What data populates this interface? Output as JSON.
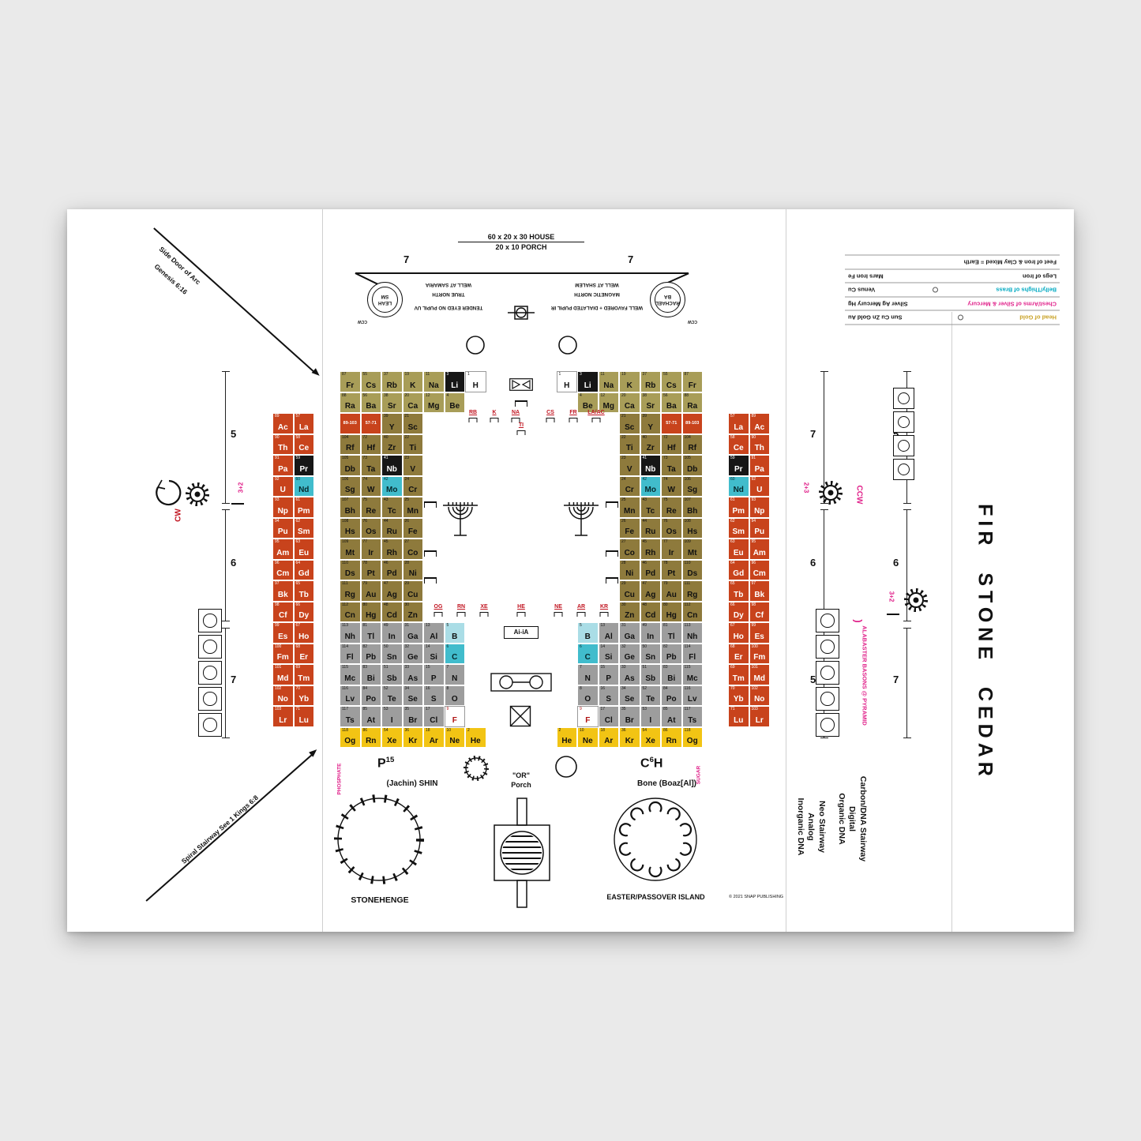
{
  "colors": {
    "s": "#a89d58",
    "d": "#8e7a3c",
    "f": "#c8431c",
    "p": "#9d9d9d",
    "g": "#f2c414",
    "k": "#161616",
    "c": "#41bccc",
    "cl": "#aadde6",
    "accent_pink": "#e0218a",
    "accent_red": "#c11420",
    "accent_cyan": "#00a9c1",
    "gold": "#c9a227"
  },
  "header": {
    "house": "60 x 20 x 30  HOUSE",
    "porch": "20 x 10  PORCH",
    "left_seven": "7",
    "right_seven": "7"
  },
  "roof": {
    "leah1": "LEAH",
    "leah2": "SM",
    "rachael1": "RACHAEL",
    "rachael2": "BA",
    "ccw": "CCW",
    "left_lines": [
      "WELL AT SAMARIA",
      "TRUE NORTH",
      "TENDER EYED NO PUPIL UV"
    ],
    "right_lines": [
      "WELL AT SHALEM",
      "MAGNETIC NORTH",
      "WELL FAVORED + DIALATED PUPIL IR"
    ]
  },
  "gates": {
    "upper_left": [
      "RB",
      "K",
      "NA"
    ],
    "upper_center": "TI",
    "upper_right": [
      "CS",
      "FR",
      "LA/AC"
    ],
    "lower_left": [
      "OG",
      "RN",
      "XE"
    ],
    "lower_center": "HE",
    "lower_right": [
      "NE",
      "AR",
      "KR"
    ]
  },
  "table": {
    "rows": [
      [
        [
          "Fr",
          87,
          "s"
        ],
        [
          "Cs",
          55,
          "s"
        ],
        [
          "Rb",
          37,
          "s"
        ],
        [
          "K",
          19,
          "s"
        ],
        [
          "Na",
          11,
          "s"
        ],
        [
          "Li",
          3,
          "k"
        ],
        [
          "H",
          1,
          "w"
        ]
      ],
      [
        [
          "Ra",
          88,
          "s"
        ],
        [
          "Ba",
          56,
          "s"
        ],
        [
          "Sr",
          38,
          "s"
        ],
        [
          "Ca",
          20,
          "s"
        ],
        [
          "Mg",
          12,
          "s"
        ],
        [
          "Be",
          4,
          "s"
        ]
      ],
      [
        [
          "89-103",
          null,
          "f"
        ],
        [
          "57-71",
          null,
          "f"
        ],
        [
          "Y",
          39,
          "d"
        ],
        [
          "Sc",
          21,
          "d"
        ]
      ],
      [
        [
          "Rf",
          104,
          "d"
        ],
        [
          "Hf",
          72,
          "d"
        ],
        [
          "Zr",
          40,
          "d"
        ],
        [
          "Ti",
          22,
          "d"
        ]
      ],
      [
        [
          "Db",
          105,
          "d"
        ],
        [
          "Ta",
          73,
          "d"
        ],
        [
          "Nb",
          41,
          "k"
        ],
        [
          "V",
          23,
          "d"
        ]
      ],
      [
        [
          "Sg",
          106,
          "d"
        ],
        [
          "W",
          74,
          "d"
        ],
        [
          "Mo",
          42,
          "c"
        ],
        [
          "Cr",
          24,
          "d"
        ]
      ],
      [
        [
          "Bh",
          107,
          "d"
        ],
        [
          "Re",
          75,
          "d"
        ],
        [
          "Tc",
          43,
          "d"
        ],
        [
          "Mn",
          25,
          "d"
        ]
      ],
      [
        [
          "Hs",
          108,
          "d"
        ],
        [
          "Os",
          76,
          "d"
        ],
        [
          "Ru",
          44,
          "d"
        ],
        [
          "Fe",
          26,
          "d"
        ]
      ],
      [
        [
          "Mt",
          109,
          "d"
        ],
        [
          "Ir",
          77,
          "d"
        ],
        [
          "Rh",
          45,
          "d"
        ],
        [
          "Co",
          27,
          "d"
        ]
      ],
      [
        [
          "Ds",
          110,
          "d"
        ],
        [
          "Pt",
          78,
          "d"
        ],
        [
          "Pd",
          46,
          "d"
        ],
        [
          "Ni",
          28,
          "d"
        ]
      ],
      [
        [
          "Rg",
          111,
          "d"
        ],
        [
          "Au",
          79,
          "d"
        ],
        [
          "Ag",
          47,
          "d"
        ],
        [
          "Cu",
          29,
          "d"
        ]
      ],
      [
        [
          "Cn",
          112,
          "d"
        ],
        [
          "Hg",
          80,
          "d"
        ],
        [
          "Cd",
          48,
          "d"
        ],
        [
          "Zn",
          30,
          "d"
        ]
      ],
      [
        [
          "Nh",
          113,
          "p"
        ],
        [
          "Tl",
          81,
          "p"
        ],
        [
          "In",
          49,
          "p"
        ],
        [
          "Ga",
          31,
          "p"
        ],
        [
          "Al",
          13,
          "p"
        ],
        [
          "B",
          5,
          "cl"
        ]
      ],
      [
        [
          "Fl",
          114,
          "p"
        ],
        [
          "Pb",
          82,
          "p"
        ],
        [
          "Sn",
          50,
          "p"
        ],
        [
          "Ge",
          32,
          "p"
        ],
        [
          "Si",
          14,
          "p"
        ],
        [
          "C",
          6,
          "c"
        ]
      ],
      [
        [
          "Mc",
          115,
          "p"
        ],
        [
          "Bi",
          83,
          "p"
        ],
        [
          "Sb",
          51,
          "p"
        ],
        [
          "As",
          33,
          "p"
        ],
        [
          "P",
          15,
          "p"
        ],
        [
          "N",
          7,
          "p"
        ]
      ],
      [
        [
          "Lv",
          116,
          "p"
        ],
        [
          "Po",
          84,
          "p"
        ],
        [
          "Te",
          52,
          "p"
        ],
        [
          "Se",
          34,
          "p"
        ],
        [
          "S",
          16,
          "p"
        ],
        [
          "O",
          8,
          "p"
        ]
      ],
      [
        [
          "Ts",
          117,
          "p"
        ],
        [
          "At",
          85,
          "p"
        ],
        [
          "I",
          53,
          "p"
        ],
        [
          "Br",
          35,
          "p"
        ],
        [
          "Cl",
          17,
          "p"
        ],
        [
          "F",
          9,
          "wf"
        ]
      ],
      [
        [
          "Og",
          118,
          "g"
        ],
        [
          "Rn",
          86,
          "g"
        ],
        [
          "Xe",
          54,
          "g"
        ],
        [
          "Kr",
          36,
          "g"
        ],
        [
          "Ar",
          18,
          "g"
        ],
        [
          "Ne",
          10,
          "g"
        ],
        [
          "He",
          2,
          "g"
        ]
      ]
    ],
    "actinides": [
      [
        "Ac",
        89
      ],
      [
        "Th",
        90
      ],
      [
        "Pa",
        91
      ],
      [
        "U",
        92
      ],
      [
        "Np",
        93
      ],
      [
        "Pu",
        94
      ],
      [
        "Am",
        95
      ],
      [
        "Cm",
        96
      ],
      [
        "Bk",
        97
      ],
      [
        "Cf",
        98
      ],
      [
        "Es",
        99
      ],
      [
        "Fm",
        100
      ],
      [
        "Md",
        101
      ],
      [
        "No",
        102
      ],
      [
        "Lr",
        103
      ]
    ],
    "lanthanides": [
      [
        "La",
        57,
        "f"
      ],
      [
        "Ce",
        58,
        "f"
      ],
      [
        "Pr",
        59,
        "k"
      ],
      [
        "Nd",
        60,
        "c"
      ],
      [
        "Pm",
        61,
        "f"
      ],
      [
        "Sm",
        62,
        "f"
      ],
      [
        "Eu",
        63,
        "f"
      ],
      [
        "Gd",
        64,
        "f"
      ],
      [
        "Tb",
        65,
        "f"
      ],
      [
        "Dy",
        66,
        "f"
      ],
      [
        "Ho",
        67,
        "f"
      ],
      [
        "Er",
        68,
        "f"
      ],
      [
        "Tm",
        69,
        "f"
      ],
      [
        "Yb",
        70,
        "f"
      ],
      [
        "Lu",
        71,
        "f"
      ]
    ]
  },
  "courtyard": {
    "ai_ia": "Ai-iA"
  },
  "bottom": {
    "p": "P",
    "p_sup": "15",
    "jachin": "(Jachin) SHIN",
    "or_q": "\"OR\"",
    "porch": "Porch",
    "c": "C",
    "c_sup": "6",
    "c_tail": "H",
    "boaz": "Bone (Boaz[Al])",
    "phosphate": "PHOSPHATE",
    "sugar": "SUGAR",
    "stonehenge": "STONEHENGE",
    "easter": "EASTER/PASSOVER ISLAND",
    "copyright": "© 2021 SNAP PUBLISHING"
  },
  "left_margin": {
    "side_door": "Side Door of Arc",
    "genesis": "Genesis 6:16",
    "cw": "CW",
    "ratio": "3+2",
    "numbers": [
      "5",
      "6",
      "7"
    ],
    "spiral": "Spiral Stairway    See 1 Kings 6:8"
  },
  "right_margin": {
    "ratio1": "2+3",
    "ccw": "CCW",
    "ratio2": "3+2",
    "inner_numbers": [
      "7",
      "6",
      "5"
    ],
    "outer_numbers": [
      "5",
      "6",
      "7"
    ],
    "brace": ")",
    "alabaster": "ALABASTER BASONS @ PYRAMID",
    "title": "FIR STONE CEDAR",
    "neo": [
      "Neo Stairway",
      "Analog",
      "Inorganic DNA"
    ],
    "carbon": [
      "Carbon/DNA Stairway",
      "Digital",
      "Organic DNA"
    ]
  },
  "legend": {
    "rows": [
      {
        "label": "Head of Gold",
        "detail": "Sun  Cu Zn Gold Au",
        "color": "#c9a227",
        "dot": true
      },
      {
        "label": "Chest/Arms of Silver & Mercury",
        "detail": "Silver Ag  Mercury Hg",
        "color": "#e0218a",
        "dot": false
      },
      {
        "label": "Belly/Thighs of Brass",
        "detail": "Venus Cu",
        "color": "#00a9c1",
        "dot": true
      },
      {
        "label": "Legs of Iron",
        "detail": "Mars Iron Fe",
        "color": "#161616",
        "dot": false
      },
      {
        "label": "Feet of Iron & Clay Mixed = Earth",
        "detail": "",
        "color": "#161616",
        "dot": false
      }
    ]
  }
}
